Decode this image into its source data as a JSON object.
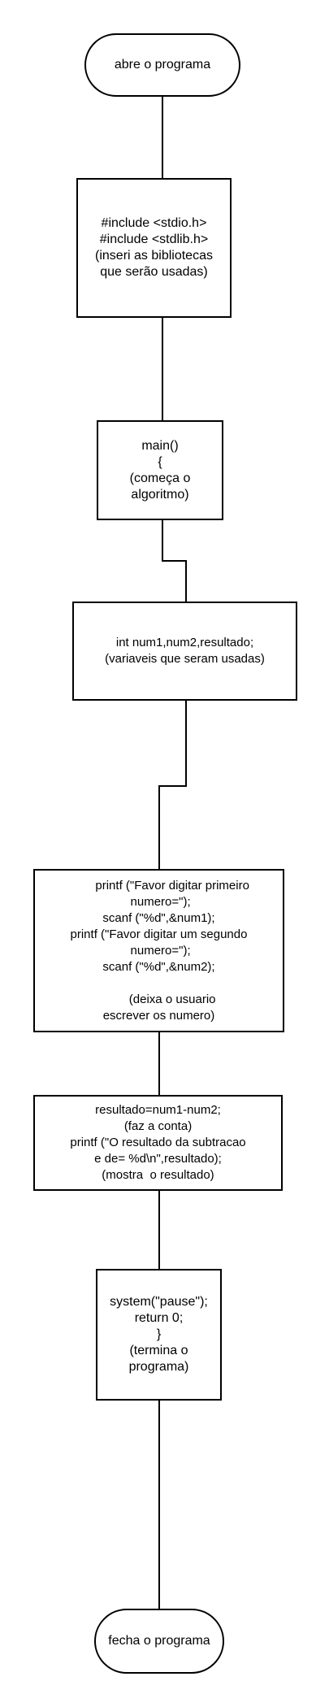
{
  "diagram": {
    "start": "abre o programa",
    "includes": "#include <stdio.h>\n#include <stdlib.h>\n(inseri as bibliotecas\nque serão usadas)",
    "main": "main()\n{\n(começa o\nalgoritmo)",
    "declare": "int num1,num2,resultado;\n(variaveis que seram usadas)",
    "input": "        printf (\"Favor digitar primeiro\n numero=\");\nscanf (\"%d\",&num1);\nprintf (\"Favor digitar um segundo\n numero=\");\nscanf (\"%d\",&num2);\n\n        (deixa o usuario\nescrever os numero)",
    "compute": "resultado=num1-num2;\n(faz a conta)\nprintf (\"O resultado da subtracao\ne de= %d\\n\",resultado);\n(mostra  o resultado)",
    "finish": "system(\"pause\");\nreturn 0;\n}\n(termina o\nprograma)",
    "end": "fecha o programa"
  }
}
